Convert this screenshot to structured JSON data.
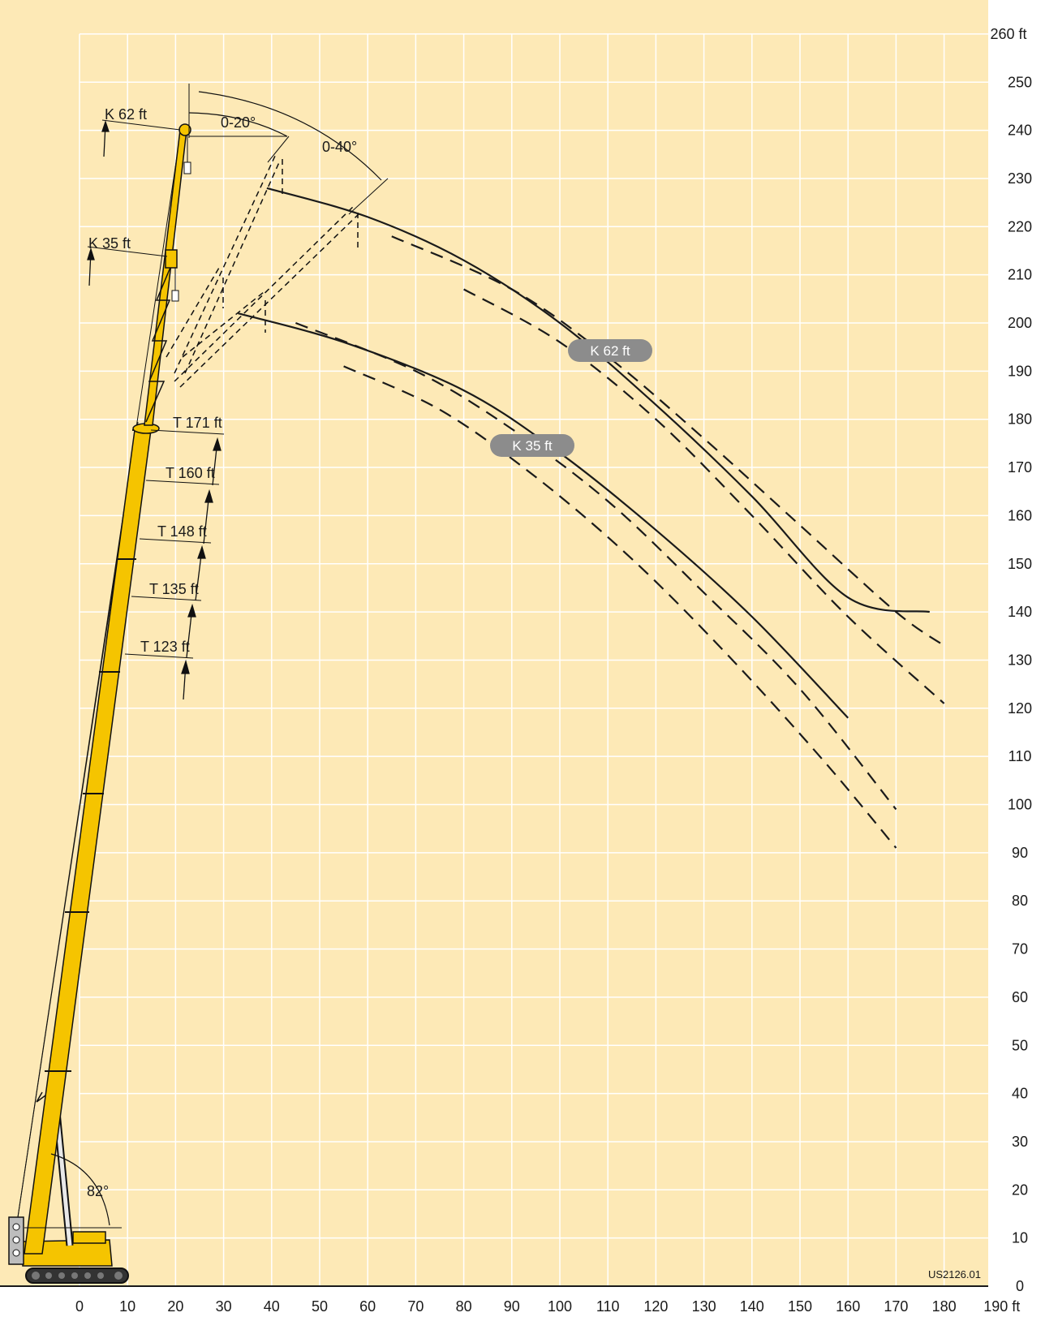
{
  "chart_data": {
    "type": "line",
    "x_unit": "ft",
    "y_unit": "ft",
    "x_ticks": [
      "0",
      "10",
      "20",
      "30",
      "40",
      "50",
      "60",
      "70",
      "80",
      "90",
      "100",
      "110",
      "120",
      "130",
      "140",
      "150",
      "160",
      "170",
      "180",
      "190 ft"
    ],
    "y_ticks": [
      "0",
      "10",
      "20",
      "30",
      "40",
      "50",
      "60",
      "70",
      "80",
      "90",
      "100",
      "110",
      "120",
      "130",
      "140",
      "150",
      "160",
      "170",
      "180",
      "190",
      "200",
      "210",
      "220",
      "230",
      "240",
      "250",
      "260 ft"
    ],
    "xlim": [
      0,
      190
    ],
    "ylim": [
      0,
      260
    ],
    "grid": true,
    "series": [
      {
        "name": "K 62 ft",
        "style": "solid",
        "points": [
          [
            39,
            228
          ],
          [
            60,
            222
          ],
          [
            80,
            213
          ],
          [
            100,
            200
          ],
          [
            120,
            183
          ],
          [
            140,
            164
          ],
          [
            160,
            143
          ],
          [
            177,
            140
          ]
        ]
      },
      {
        "name": "",
        "style": "dashed",
        "points": [
          [
            65,
            218
          ],
          [
            90,
            207
          ],
          [
            110,
            193
          ],
          [
            130,
            176
          ],
          [
            150,
            158
          ],
          [
            170,
            140
          ],
          [
            180,
            133
          ]
        ]
      },
      {
        "name": "",
        "style": "dashed",
        "points": [
          [
            80,
            207
          ],
          [
            100,
            196
          ],
          [
            120,
            180
          ],
          [
            140,
            160
          ],
          [
            160,
            139
          ],
          [
            180,
            121
          ]
        ]
      },
      {
        "name": "K 35 ft",
        "style": "solid",
        "points": [
          [
            33,
            202
          ],
          [
            55,
            196
          ],
          [
            80,
            186
          ],
          [
            100,
            173
          ],
          [
            120,
            157
          ],
          [
            140,
            139
          ],
          [
            160,
            118
          ]
        ]
      },
      {
        "name": "",
        "style": "dashed",
        "points": [
          [
            45,
            200
          ],
          [
            70,
            190
          ],
          [
            90,
            178
          ],
          [
            110,
            163
          ],
          [
            130,
            144
          ],
          [
            150,
            124
          ],
          [
            170,
            99
          ]
        ]
      },
      {
        "name": "",
        "style": "dashed",
        "points": [
          [
            55,
            191
          ],
          [
            75,
            182
          ],
          [
            95,
            168
          ],
          [
            115,
            151
          ],
          [
            135,
            131
          ],
          [
            155,
            109
          ],
          [
            170,
            91
          ]
        ]
      }
    ]
  },
  "labels": {
    "k62_left": "K 62 ft",
    "k35_left": "K 35 ft",
    "angle_20": "0-20°",
    "angle_40": "0-40°",
    "angle_82": "82°",
    "t171": "T 171 ft",
    "t160": "T 160 ft",
    "t148": "T 148 ft",
    "t135": "T 135 ft",
    "t123": "T 123 ft",
    "pill_k62": "K 62 ft",
    "pill_k35": "K 35 ft",
    "code": "US2126.01"
  },
  "colors": {
    "background": "#fde9b6",
    "grid": "#ffffff",
    "boom": "#f5c400",
    "pill": "#8c8c8c",
    "curve": "#1a1a1a"
  }
}
